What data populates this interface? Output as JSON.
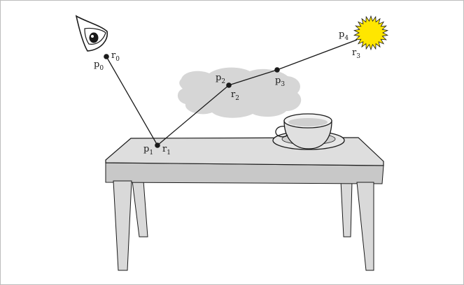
{
  "diagram": {
    "labels": {
      "p0": {
        "base": "p",
        "sub": "0"
      },
      "r0": {
        "base": "r",
        "sub": "0"
      },
      "p1": {
        "base": "p",
        "sub": "1"
      },
      "r1": {
        "base": "r",
        "sub": "1"
      },
      "p2": {
        "base": "p",
        "sub": "2"
      },
      "r2": {
        "base": "r",
        "sub": "2"
      },
      "p3": {
        "base": "p",
        "sub": "3"
      },
      "p4": {
        "base": "p",
        "sub": "4"
      },
      "r3": {
        "base": "r",
        "sub": "3"
      }
    },
    "colors": {
      "table_top": "#dedede",
      "table_edge": "#c8c8c8",
      "legs": "#d9d9d9",
      "cloud": "#d6d6d6",
      "sun": "#ffe600",
      "ink": "#1a1a1a"
    },
    "icons": [
      "eye-icon",
      "sun-icon",
      "cloud-icon",
      "cup-icon",
      "table-icon"
    ]
  }
}
